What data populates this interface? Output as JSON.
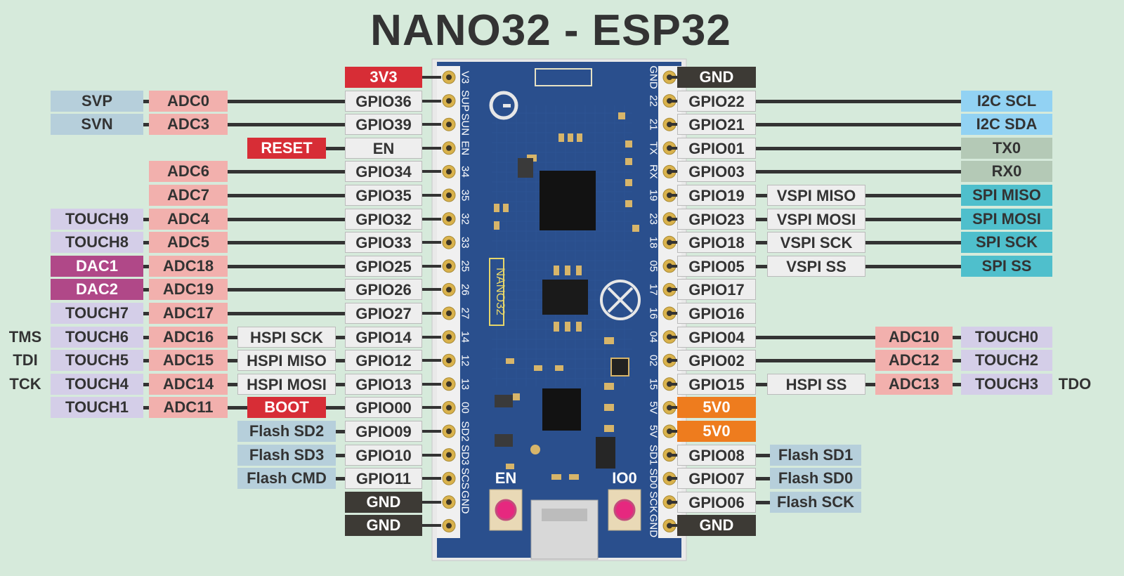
{
  "title": "NANO32 - ESP32",
  "colors": {
    "gpio": "#eeeeee",
    "power": "#d72d36",
    "ground": "#3d3a35",
    "adc": "#f2b0ad",
    "touch": "#d4cee8",
    "svp": "#b6cfdb",
    "dac": "#b04888",
    "hspi": "#eeeeee",
    "flash": "#b6cfdb",
    "i2c": "#92d2f3",
    "uart": "#b4c9b6",
    "spi": "#4fbfcc",
    "vspi": "#eeeeee",
    "v5": "#ee7c1e",
    "reset": "#d72d36"
  },
  "left_rows": [
    {
      "pin": {
        "t": "3V3",
        "k": "power"
      },
      "silk": "V3",
      "labels": []
    },
    {
      "pin": {
        "t": "GPIO36",
        "k": "gpio"
      },
      "silk": "SUP",
      "labels": [
        {
          "t": "SVP",
          "k": "svp"
        },
        {
          "t": "ADC0",
          "k": "adc"
        }
      ]
    },
    {
      "pin": {
        "t": "GPIO39",
        "k": "gpio"
      },
      "silk": "SUN",
      "labels": [
        {
          "t": "SVN",
          "k": "svp"
        },
        {
          "t": "ADC3",
          "k": "adc"
        }
      ]
    },
    {
      "pin": {
        "t": "EN",
        "k": "gpio"
      },
      "silk": "EN",
      "labels": [
        {
          "t": "RESET",
          "k": "reset"
        }
      ]
    },
    {
      "pin": {
        "t": "GPIO34",
        "k": "gpio"
      },
      "silk": "34",
      "labels": [
        {
          "t": "ADC6",
          "k": "adc"
        }
      ]
    },
    {
      "pin": {
        "t": "GPIO35",
        "k": "gpio"
      },
      "silk": "35",
      "labels": [
        {
          "t": "ADC7",
          "k": "adc"
        }
      ]
    },
    {
      "pin": {
        "t": "GPIO32",
        "k": "gpio"
      },
      "silk": "32",
      "labels": [
        {
          "t": "TOUCH9",
          "k": "touch"
        },
        {
          "t": "ADC4",
          "k": "adc"
        }
      ]
    },
    {
      "pin": {
        "t": "GPIO33",
        "k": "gpio"
      },
      "silk": "33",
      "labels": [
        {
          "t": "TOUCH8",
          "k": "touch"
        },
        {
          "t": "ADC5",
          "k": "adc"
        }
      ]
    },
    {
      "pin": {
        "t": "GPIO25",
        "k": "gpio"
      },
      "silk": "25",
      "labels": [
        {
          "t": "DAC1",
          "k": "dac"
        },
        {
          "t": "ADC18",
          "k": "adc"
        }
      ]
    },
    {
      "pin": {
        "t": "GPIO26",
        "k": "gpio"
      },
      "silk": "26",
      "labels": [
        {
          "t": "DAC2",
          "k": "dac"
        },
        {
          "t": "ADC19",
          "k": "adc"
        }
      ]
    },
    {
      "pin": {
        "t": "GPIO27",
        "k": "gpio"
      },
      "silk": "27",
      "labels": [
        {
          "t": "TOUCH7",
          "k": "touch"
        },
        {
          "t": "ADC17",
          "k": "adc"
        }
      ]
    },
    {
      "pin": {
        "t": "GPIO14",
        "k": "gpio"
      },
      "silk": "14",
      "outer": "TMS",
      "labels": [
        {
          "t": "TOUCH6",
          "k": "touch"
        },
        {
          "t": "ADC16",
          "k": "adc"
        },
        {
          "t": "HSPI SCK",
          "k": "hspi"
        }
      ]
    },
    {
      "pin": {
        "t": "GPIO12",
        "k": "gpio"
      },
      "silk": "12",
      "outer": "TDI",
      "labels": [
        {
          "t": "TOUCH5",
          "k": "touch"
        },
        {
          "t": "ADC15",
          "k": "adc"
        },
        {
          "t": "HSPI MISO",
          "k": "hspi"
        }
      ]
    },
    {
      "pin": {
        "t": "GPIO13",
        "k": "gpio"
      },
      "silk": "13",
      "outer": "TCK",
      "labels": [
        {
          "t": "TOUCH4",
          "k": "touch"
        },
        {
          "t": "ADC14",
          "k": "adc"
        },
        {
          "t": "HSPI MOSI",
          "k": "hspi"
        }
      ]
    },
    {
      "pin": {
        "t": "GPIO00",
        "k": "gpio"
      },
      "silk": "00",
      "labels": [
        {
          "t": "TOUCH1",
          "k": "touch"
        },
        {
          "t": "ADC11",
          "k": "adc"
        },
        {
          "t": "BOOT",
          "k": "reset"
        }
      ]
    },
    {
      "pin": {
        "t": "GPIO09",
        "k": "gpio"
      },
      "silk": "SD2",
      "labels": [
        {
          "t": "Flash SD2",
          "k": "flash"
        }
      ]
    },
    {
      "pin": {
        "t": "GPIO10",
        "k": "gpio"
      },
      "silk": "SD3",
      "labels": [
        {
          "t": "Flash SD3",
          "k": "flash"
        }
      ]
    },
    {
      "pin": {
        "t": "GPIO11",
        "k": "gpio"
      },
      "silk": "SCS",
      "labels": [
        {
          "t": "Flash CMD",
          "k": "flash"
        }
      ]
    },
    {
      "pin": {
        "t": "GND",
        "k": "ground"
      },
      "silk": "GND",
      "labels": []
    },
    {
      "pin": {
        "t": "GND",
        "k": "ground"
      },
      "silk": "",
      "labels": []
    }
  ],
  "right_rows": [
    {
      "pin": {
        "t": "GND",
        "k": "ground"
      },
      "silk": "GND",
      "labels": []
    },
    {
      "pin": {
        "t": "GPIO22",
        "k": "gpio"
      },
      "silk": "22",
      "labels": [
        {
          "t": "I2C SCL",
          "k": "i2c"
        }
      ]
    },
    {
      "pin": {
        "t": "GPIO21",
        "k": "gpio"
      },
      "silk": "21",
      "labels": [
        {
          "t": "I2C SDA",
          "k": "i2c"
        }
      ]
    },
    {
      "pin": {
        "t": "GPIO01",
        "k": "gpio"
      },
      "silk": "TX",
      "labels": [
        {
          "t": "TX0",
          "k": "uart"
        }
      ]
    },
    {
      "pin": {
        "t": "GPIO03",
        "k": "gpio"
      },
      "silk": "RX",
      "labels": [
        {
          "t": "RX0",
          "k": "uart"
        }
      ]
    },
    {
      "pin": {
        "t": "GPIO19",
        "k": "gpio"
      },
      "silk": "19",
      "labels": [
        {
          "t": "VSPI MISO",
          "k": "vspi"
        },
        {
          "t": "SPI MISO",
          "k": "spi"
        }
      ]
    },
    {
      "pin": {
        "t": "GPIO23",
        "k": "gpio"
      },
      "silk": "23",
      "labels": [
        {
          "t": "VSPI MOSI",
          "k": "vspi"
        },
        {
          "t": "SPI MOSI",
          "k": "spi"
        }
      ]
    },
    {
      "pin": {
        "t": "GPIO18",
        "k": "gpio"
      },
      "silk": "18",
      "labels": [
        {
          "t": "VSPI SCK",
          "k": "vspi"
        },
        {
          "t": "SPI SCK",
          "k": "spi"
        }
      ]
    },
    {
      "pin": {
        "t": "GPIO05",
        "k": "gpio"
      },
      "silk": "05",
      "labels": [
        {
          "t": "VSPI SS",
          "k": "vspi"
        },
        {
          "t": "SPI SS",
          "k": "spi"
        }
      ]
    },
    {
      "pin": {
        "t": "GPIO17",
        "k": "gpio"
      },
      "silk": "17",
      "labels": []
    },
    {
      "pin": {
        "t": "GPIO16",
        "k": "gpio"
      },
      "silk": "16",
      "labels": []
    },
    {
      "pin": {
        "t": "GPIO04",
        "k": "gpio"
      },
      "silk": "04",
      "labels": [
        {
          "t": "ADC10",
          "k": "adc"
        },
        {
          "t": "TOUCH0",
          "k": "touch"
        }
      ]
    },
    {
      "pin": {
        "t": "GPIO02",
        "k": "gpio"
      },
      "silk": "02",
      "labels": [
        {
          "t": "ADC12",
          "k": "adc"
        },
        {
          "t": "TOUCH2",
          "k": "touch"
        }
      ]
    },
    {
      "pin": {
        "t": "GPIO15",
        "k": "gpio"
      },
      "silk": "15",
      "outer": "TDO",
      "labels": [
        {
          "t": "HSPI SS",
          "k": "hspi"
        },
        {
          "t": "ADC13",
          "k": "adc"
        },
        {
          "t": "TOUCH3",
          "k": "touch"
        }
      ]
    },
    {
      "pin": {
        "t": "5V0",
        "k": "v5"
      },
      "silk": "5V",
      "labels": []
    },
    {
      "pin": {
        "t": "5V0",
        "k": "v5"
      },
      "silk": "5V",
      "labels": []
    },
    {
      "pin": {
        "t": "GPIO08",
        "k": "gpio"
      },
      "silk": "SD1",
      "labels": [
        {
          "t": "Flash SD1",
          "k": "flash"
        }
      ]
    },
    {
      "pin": {
        "t": "GPIO07",
        "k": "gpio"
      },
      "silk": "SD0",
      "labels": [
        {
          "t": "Flash SD0",
          "k": "flash"
        }
      ]
    },
    {
      "pin": {
        "t": "GPIO06",
        "k": "gpio"
      },
      "silk": "SCK",
      "labels": [
        {
          "t": "Flash SCK",
          "k": "flash"
        }
      ]
    },
    {
      "pin": {
        "t": "GND",
        "k": "ground"
      },
      "silk": "GND",
      "labels": []
    }
  ],
  "board": {
    "vertical_text": "NANO32",
    "button_en": "EN",
    "button_io0": "IO0"
  }
}
